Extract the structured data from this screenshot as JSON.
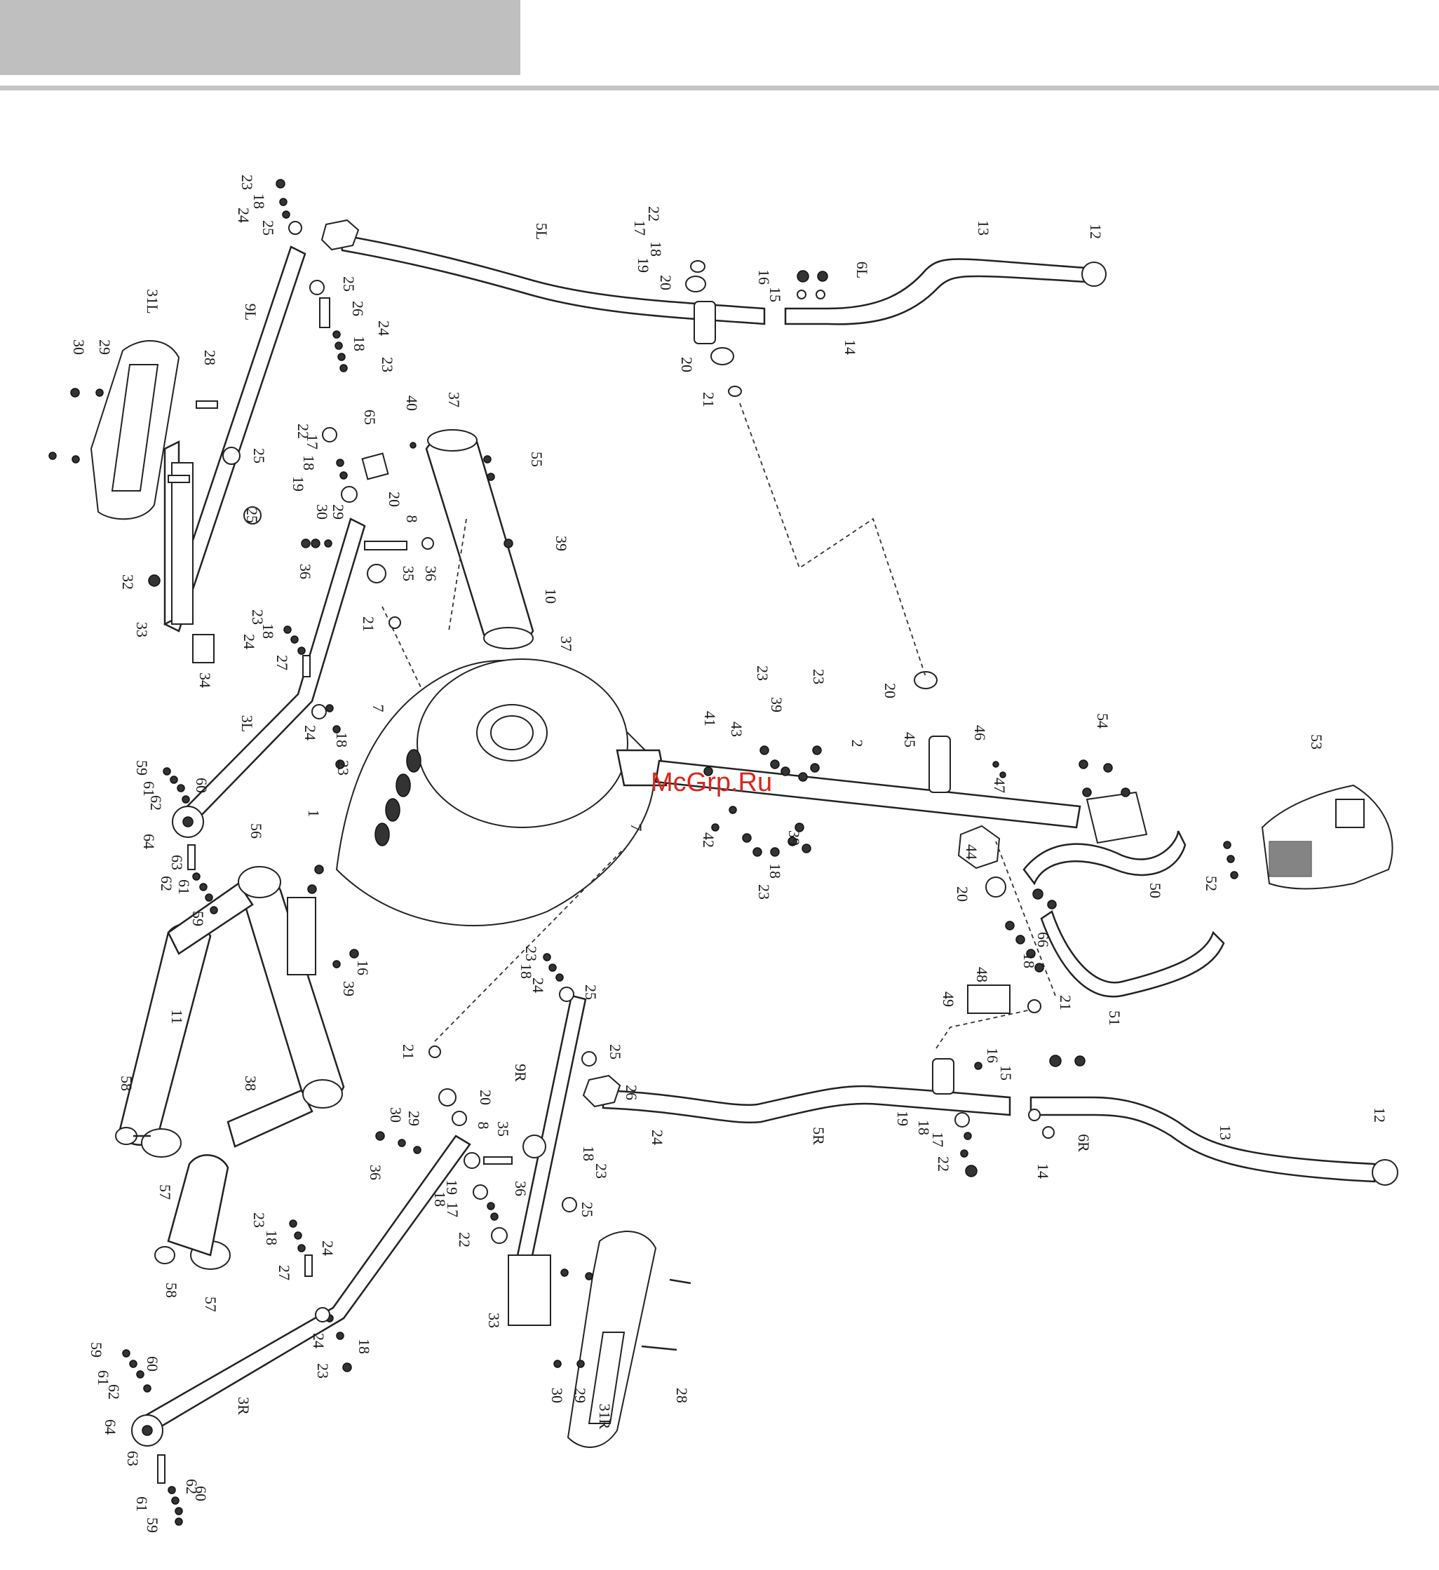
{
  "watermark": {
    "text": "McGrp.Ru",
    "color": "#d9261c"
  },
  "header": {
    "block_color": "#bfbfbf",
    "rule_color": "#c4c4c4"
  },
  "labels": [
    {
      "id": "l1",
      "text": "23"
    },
    {
      "id": "l2",
      "text": "18"
    },
    {
      "id": "l3",
      "text": "24"
    },
    {
      "id": "l4",
      "text": "25"
    },
    {
      "id": "l5",
      "text": "5L"
    },
    {
      "id": "l6",
      "text": "22"
    },
    {
      "id": "l7",
      "text": "17"
    },
    {
      "id": "l8",
      "text": "18"
    },
    {
      "id": "l9",
      "text": "19"
    },
    {
      "id": "l10",
      "text": "20"
    },
    {
      "id": "l11",
      "text": "16"
    },
    {
      "id": "l12",
      "text": "15"
    },
    {
      "id": "l13",
      "text": "6L"
    },
    {
      "id": "l14",
      "text": "13"
    },
    {
      "id": "l15",
      "text": "12"
    },
    {
      "id": "l16",
      "text": "14"
    },
    {
      "id": "l17",
      "text": "20"
    },
    {
      "id": "l18",
      "text": "21"
    },
    {
      "id": "l19",
      "text": "31L"
    },
    {
      "id": "l20",
      "text": "30"
    },
    {
      "id": "l21",
      "text": "29"
    },
    {
      "id": "l22",
      "text": "9L"
    },
    {
      "id": "l23",
      "text": "28"
    },
    {
      "id": "l24",
      "text": "25"
    },
    {
      "id": "l25",
      "text": "26"
    },
    {
      "id": "l26",
      "text": "24"
    },
    {
      "id": "l27",
      "text": "18"
    },
    {
      "id": "l28",
      "text": "23"
    },
    {
      "id": "l29",
      "text": "40"
    },
    {
      "id": "l30",
      "text": "37"
    },
    {
      "id": "l31",
      "text": "65"
    },
    {
      "id": "l32",
      "text": "22"
    },
    {
      "id": "l33",
      "text": "17"
    },
    {
      "id": "l34",
      "text": "18"
    },
    {
      "id": "l35",
      "text": "19"
    },
    {
      "id": "l36",
      "text": "25"
    },
    {
      "id": "l37",
      "text": "55"
    },
    {
      "id": "l38",
      "text": "20"
    },
    {
      "id": "l39",
      "text": "30"
    },
    {
      "id": "l40",
      "text": "29"
    },
    {
      "id": "l41",
      "text": "8"
    },
    {
      "id": "l42",
      "text": "25"
    },
    {
      "id": "l43",
      "text": "39"
    },
    {
      "id": "l44",
      "text": "36"
    },
    {
      "id": "l45",
      "text": "35"
    },
    {
      "id": "l46",
      "text": "36"
    },
    {
      "id": "l47",
      "text": "32"
    },
    {
      "id": "l48",
      "text": "10"
    },
    {
      "id": "l49",
      "text": "21"
    },
    {
      "id": "l50",
      "text": "37"
    },
    {
      "id": "l51",
      "text": "33"
    },
    {
      "id": "l52",
      "text": "23"
    },
    {
      "id": "l53",
      "text": "18"
    },
    {
      "id": "l54",
      "text": "24"
    },
    {
      "id": "l55",
      "text": "27"
    },
    {
      "id": "l56",
      "text": "34"
    },
    {
      "id": "l57",
      "text": "7"
    },
    {
      "id": "l58",
      "text": "3L"
    },
    {
      "id": "l59",
      "text": "24"
    },
    {
      "id": "l60",
      "text": "18"
    },
    {
      "id": "l61",
      "text": "23"
    },
    {
      "id": "l62",
      "text": "23"
    },
    {
      "id": "l63",
      "text": "23"
    },
    {
      "id": "l64",
      "text": "39"
    },
    {
      "id": "l65",
      "text": "20"
    },
    {
      "id": "l66",
      "text": "46"
    },
    {
      "id": "l67",
      "text": "54"
    },
    {
      "id": "l68",
      "text": "53"
    },
    {
      "id": "l69",
      "text": "59"
    },
    {
      "id": "l70",
      "text": "60"
    },
    {
      "id": "l71",
      "text": "61"
    },
    {
      "id": "l72",
      "text": "62"
    },
    {
      "id": "l73",
      "text": "64"
    },
    {
      "id": "l74",
      "text": "41"
    },
    {
      "id": "l75",
      "text": "43"
    },
    {
      "id": "l76",
      "text": "2"
    },
    {
      "id": "l77",
      "text": "45"
    },
    {
      "id": "l78",
      "text": "47"
    },
    {
      "id": "l79",
      "text": "1"
    },
    {
      "id": "l80",
      "text": "7"
    },
    {
      "id": "l81",
      "text": "42"
    },
    {
      "id": "l82",
      "text": "39"
    },
    {
      "id": "l83",
      "text": "56"
    },
    {
      "id": "l84",
      "text": "63"
    },
    {
      "id": "l85",
      "text": "62"
    },
    {
      "id": "l86",
      "text": "61"
    },
    {
      "id": "l87",
      "text": "59"
    },
    {
      "id": "l88",
      "text": "18"
    },
    {
      "id": "l89",
      "text": "23"
    },
    {
      "id": "l90",
      "text": "44"
    },
    {
      "id": "l91",
      "text": "20"
    },
    {
      "id": "l92",
      "text": "50"
    },
    {
      "id": "l93",
      "text": "52"
    },
    {
      "id": "l94",
      "text": "16"
    },
    {
      "id": "l95",
      "text": "39"
    },
    {
      "id": "l96",
      "text": "11"
    },
    {
      "id": "l97",
      "text": "38"
    },
    {
      "id": "l98",
      "text": "23"
    },
    {
      "id": "l99",
      "text": "18"
    },
    {
      "id": "l100",
      "text": "24"
    },
    {
      "id": "l101",
      "text": "25"
    },
    {
      "id": "l102",
      "text": "66"
    },
    {
      "id": "l103",
      "text": "18"
    },
    {
      "id": "l104",
      "text": "48"
    },
    {
      "id": "l105",
      "text": "49"
    },
    {
      "id": "l106",
      "text": "21"
    },
    {
      "id": "l107",
      "text": "51"
    },
    {
      "id": "l108",
      "text": "21"
    },
    {
      "id": "l109",
      "text": "9R"
    },
    {
      "id": "l110",
      "text": "25"
    },
    {
      "id": "l111",
      "text": "16"
    },
    {
      "id": "l112",
      "text": "15"
    },
    {
      "id": "l113",
      "text": "58"
    },
    {
      "id": "l114",
      "text": "20"
    },
    {
      "id": "l115",
      "text": "8"
    },
    {
      "id": "l116",
      "text": "26"
    },
    {
      "id": "l117",
      "text": "5R"
    },
    {
      "id": "l118",
      "text": "19"
    },
    {
      "id": "l119",
      "text": "18"
    },
    {
      "id": "l120",
      "text": "17"
    },
    {
      "id": "l121",
      "text": "6R"
    },
    {
      "id": "l122",
      "text": "13"
    },
    {
      "id": "l123",
      "text": "12"
    },
    {
      "id": "l124",
      "text": "30"
    },
    {
      "id": "l125",
      "text": "29"
    },
    {
      "id": "l126",
      "text": "35"
    },
    {
      "id": "l127",
      "text": "24"
    },
    {
      "id": "l128",
      "text": "18"
    },
    {
      "id": "l129",
      "text": "23"
    },
    {
      "id": "l130",
      "text": "22"
    },
    {
      "id": "l131",
      "text": "14"
    },
    {
      "id": "l132",
      "text": "36"
    },
    {
      "id": "l133",
      "text": "36"
    },
    {
      "id": "l134",
      "text": "19"
    },
    {
      "id": "l135",
      "text": "18"
    },
    {
      "id": "l136",
      "text": "17"
    },
    {
      "id": "l137",
      "text": "22"
    },
    {
      "id": "l138",
      "text": "25"
    },
    {
      "id": "l139",
      "text": "57"
    },
    {
      "id": "l140",
      "text": "23"
    },
    {
      "id": "l141",
      "text": "18"
    },
    {
      "id": "l142",
      "text": "24"
    },
    {
      "id": "l143",
      "text": "27"
    },
    {
      "id": "l144",
      "text": "58"
    },
    {
      "id": "l145",
      "text": "57"
    },
    {
      "id": "l146",
      "text": "33"
    },
    {
      "id": "l147",
      "text": "28"
    },
    {
      "id": "l148",
      "text": "24"
    },
    {
      "id": "l149",
      "text": "18"
    },
    {
      "id": "l150",
      "text": "23"
    },
    {
      "id": "l151",
      "text": "59"
    },
    {
      "id": "l152",
      "text": "60"
    },
    {
      "id": "l153",
      "text": "61"
    },
    {
      "id": "l154",
      "text": "62"
    },
    {
      "id": "l155",
      "text": "64"
    },
    {
      "id": "l156",
      "text": "3R"
    },
    {
      "id": "l157",
      "text": "30"
    },
    {
      "id": "l158",
      "text": "29"
    },
    {
      "id": "l159",
      "text": "31R"
    },
    {
      "id": "l160",
      "text": "63"
    },
    {
      "id": "l161",
      "text": "62"
    },
    {
      "id": "l162",
      "text": "60"
    },
    {
      "id": "l163",
      "text": "61"
    },
    {
      "id": "l164",
      "text": "59"
    }
  ]
}
